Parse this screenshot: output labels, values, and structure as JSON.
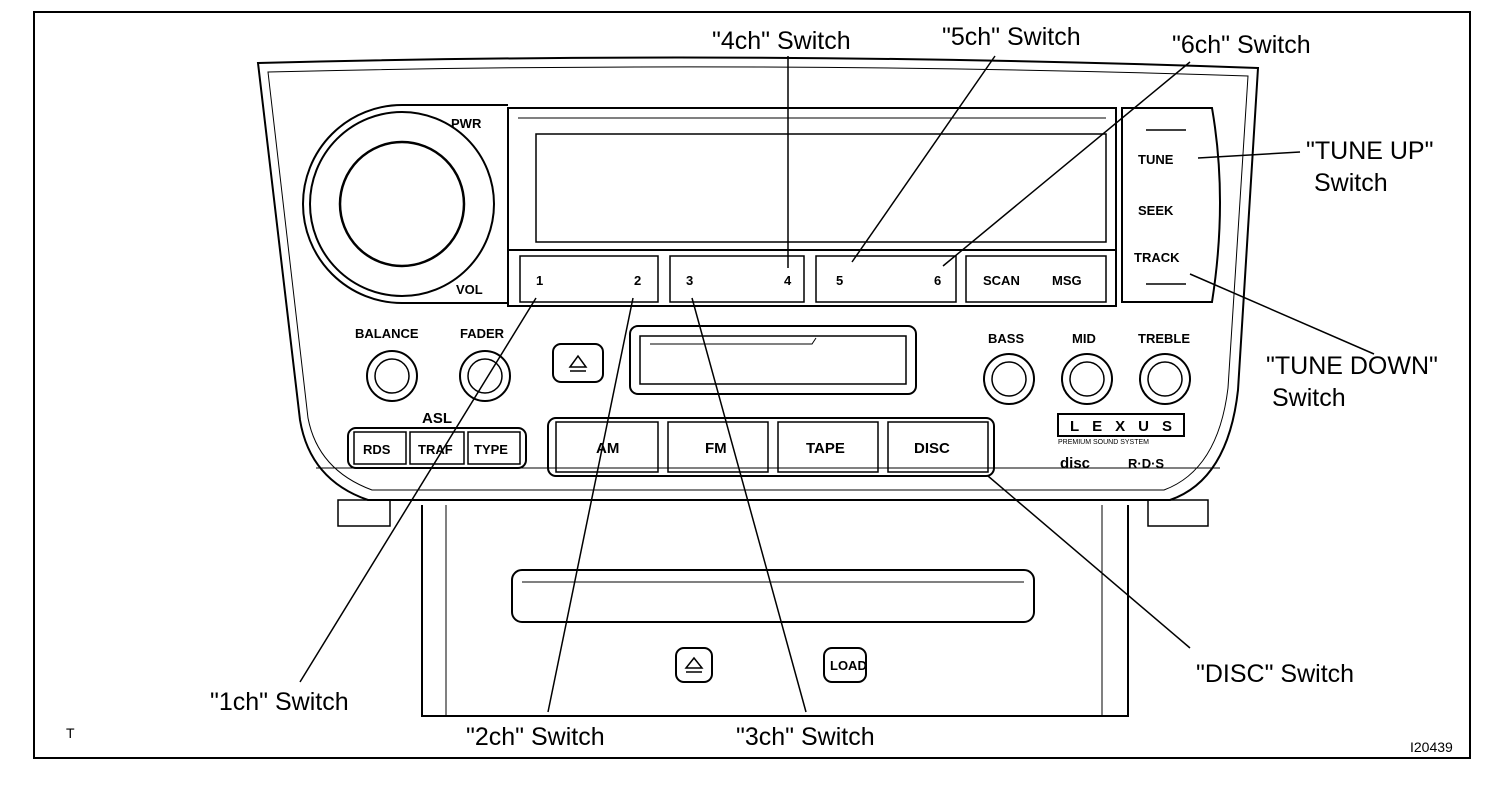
{
  "callouts": {
    "ch1": "\"1ch\" Switch",
    "ch2": "\"2ch\" Switch",
    "ch3": "\"3ch\" Switch",
    "ch4": "\"4ch\" Switch",
    "ch5": "\"5ch\" Switch",
    "ch6": "\"6ch\" Switch",
    "tune_up_1": "\"TUNE UP\"",
    "tune_up_2": "Switch",
    "tune_down_1": "\"TUNE DOWN\"",
    "tune_down_2": "Switch",
    "disc": "\"DISC\" Switch"
  },
  "panel": {
    "pwr": "PWR",
    "vol": "VOL",
    "preset_1": "1",
    "preset_2": "2",
    "preset_3": "3",
    "preset_4": "4",
    "preset_5": "5",
    "preset_6": "6",
    "scan": "SCAN",
    "msg": "MSG",
    "tune": "TUNE",
    "seek": "SEEK",
    "track": "TRACK",
    "balance": "BALANCE",
    "fader": "FADER",
    "bass": "BASS",
    "mid": "MID",
    "treble": "TREBLE",
    "asl": "ASL",
    "rds": "RDS",
    "traf": "TRAF",
    "type": "TYPE",
    "am": "AM",
    "fm": "FM",
    "tape": "TAPE",
    "disc_btn": "DISC",
    "load": "LOAD",
    "eject_icon": "eject-icon",
    "brand": "LEXUS",
    "brand_sub": "PREMIUM  SOUND  SYSTEM",
    "disc_logo": "disc",
    "rds_logo": "R·D·S"
  },
  "corner": {
    "left": "T",
    "code": "I20439"
  }
}
